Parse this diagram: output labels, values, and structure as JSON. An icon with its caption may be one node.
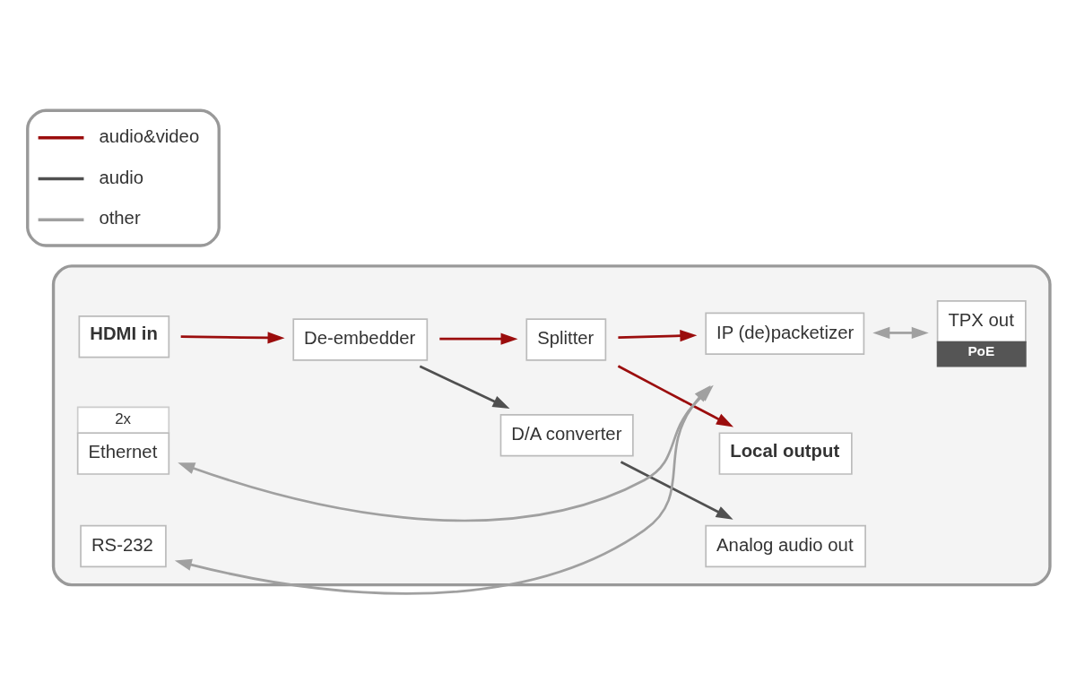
{
  "diagram": {
    "nodes": [
      {
        "text": [],
        "shape": "box"
      },
      {
        "text": [
          "D/A converter"
        ],
        "in": 0
      },
      {
        "text": [
          "Analog audio out"
        ],
        "in": 0
      },
      {
        "text": [
          "Local output"
        ],
        "in": 0
      },
      {
        "text": [
          "HDMI in"
        ],
        "in": 0
      },
      {
        "text": [
          "De-embedder"
        ],
        "in": 0
      },
      {
        "text": [
          "Splitter"
        ],
        "in": 0
      },
      {
        "text": [
          "IP (de)packetizer"
        ],
        "in": 0
      },
      {
        "text": [
          "TPX out"
        ],
        "beside": [
          "PoE"
        ],
        "in": 0
      },
      {
        "text": [
          "Ethernet"
        ],
        "beside": [
          "2x"
        ],
        "in": 0
      },
      {
        "text": [
          "RS-232"
        ],
        "in": 0
      }
    ],
    "edges": [
      {
        "from": 4,
        "to": 5,
        "arrow": "to"
      },
      {
        "from": 5,
        "to": 1,
        "arrow": "to",
        "color": "#505050"
      },
      {
        "from": 1,
        "to": 2,
        "arrow": "to",
        "color": "#505050"
      },
      {
        "from": 5,
        "to": 6,
        "arrow": "to"
      },
      {
        "from": 6,
        "to": 3,
        "arrow": "to"
      },
      {
        "from": 6,
        "to": 7,
        "arrow": "to"
      },
      {
        "from": 7,
        "to": 8,
        "arrow": "both",
        "color": "#a0a0a0"
      },
      {
        "from": 7,
        "to": 9,
        "arrow": "both",
        "color": "#a0a0a0"
      },
      {
        "from": 7,
        "to": 10,
        "arrow": "both",
        "color": "#a0a0a0"
      }
    ],
    "legend": [
      {
        "text": "audio&video"
      },
      {
        "text": "audio"
      },
      {
        "text": "other"
      }
    ]
  }
}
